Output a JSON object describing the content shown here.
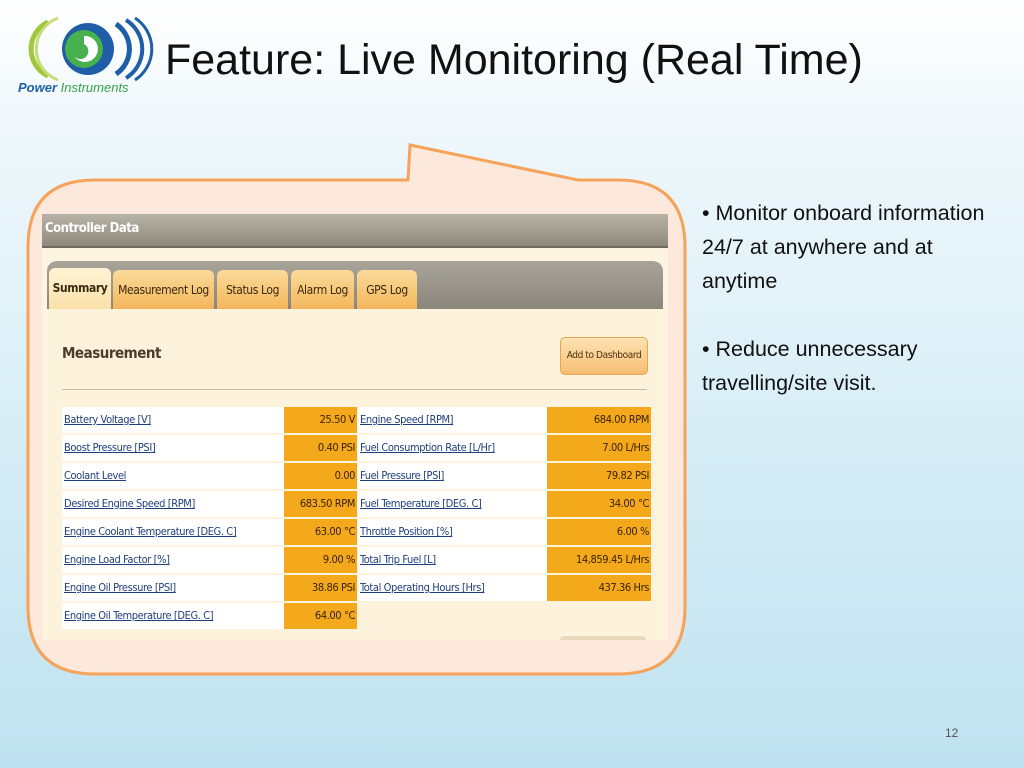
{
  "logo": {
    "brand": "Power",
    "sub": "Instruments"
  },
  "slide": {
    "title": "Feature: Live Monitoring (Real Time)",
    "page_number": "12"
  },
  "panel": {
    "header": "Controller Data",
    "tabs": [
      "Summary",
      "Measurement Log",
      "Status Log",
      "Alarm Log",
      "GPS Log"
    ],
    "section_title": "Measurement",
    "dashboard_button": "Add to Dashboard",
    "left_rows": [
      {
        "label": "Battery Voltage [V]",
        "value": "25.50 V"
      },
      {
        "label": "Boost Pressure [PSI]",
        "value": "0.40 PSI"
      },
      {
        "label": "Coolant Level",
        "value": "0.00"
      },
      {
        "label": "Desired Engine Speed [RPM]",
        "value": "683.50 RPM"
      },
      {
        "label": "Engine Coolant Temperature [DEG. C]",
        "value": "63.00 °C"
      },
      {
        "label": "Engine Load Factor [%]",
        "value": "9.00 %"
      },
      {
        "label": "Engine Oil Pressure [PSI]",
        "value": "38.86 PSI"
      },
      {
        "label": "Engine Oil Temperature [DEG. C]",
        "value": "64.00 °C"
      }
    ],
    "right_rows": [
      {
        "label": "Engine Speed [RPM]",
        "value": "684.00 RPM"
      },
      {
        "label": "Fuel Consumption Rate [L/Hr]",
        "value": "7.00 L/Hrs"
      },
      {
        "label": "Fuel Pressure [PSI]",
        "value": "79.82 PSI"
      },
      {
        "label": "Fuel Temperature [DEG. C]",
        "value": "34.00 °C"
      },
      {
        "label": "Throttle Position [%]",
        "value": "6.00 %"
      },
      {
        "label": "Total Trip Fuel [L]",
        "value": "14,859.45 L/Hrs"
      },
      {
        "label": "Total Operating Hours [Hrs]",
        "value": "437.36 Hrs"
      }
    ]
  },
  "bullets": [
    "• Monitor onboard information 24/7 at anywhere and at anytime",
    "• Reduce unnecessary travelling/site visit."
  ],
  "colors": {
    "accent": "#f4a81c",
    "bubble_border": "#f5a25a",
    "bubble_fill": "#fde9dc",
    "link": "#1f3f7a"
  }
}
